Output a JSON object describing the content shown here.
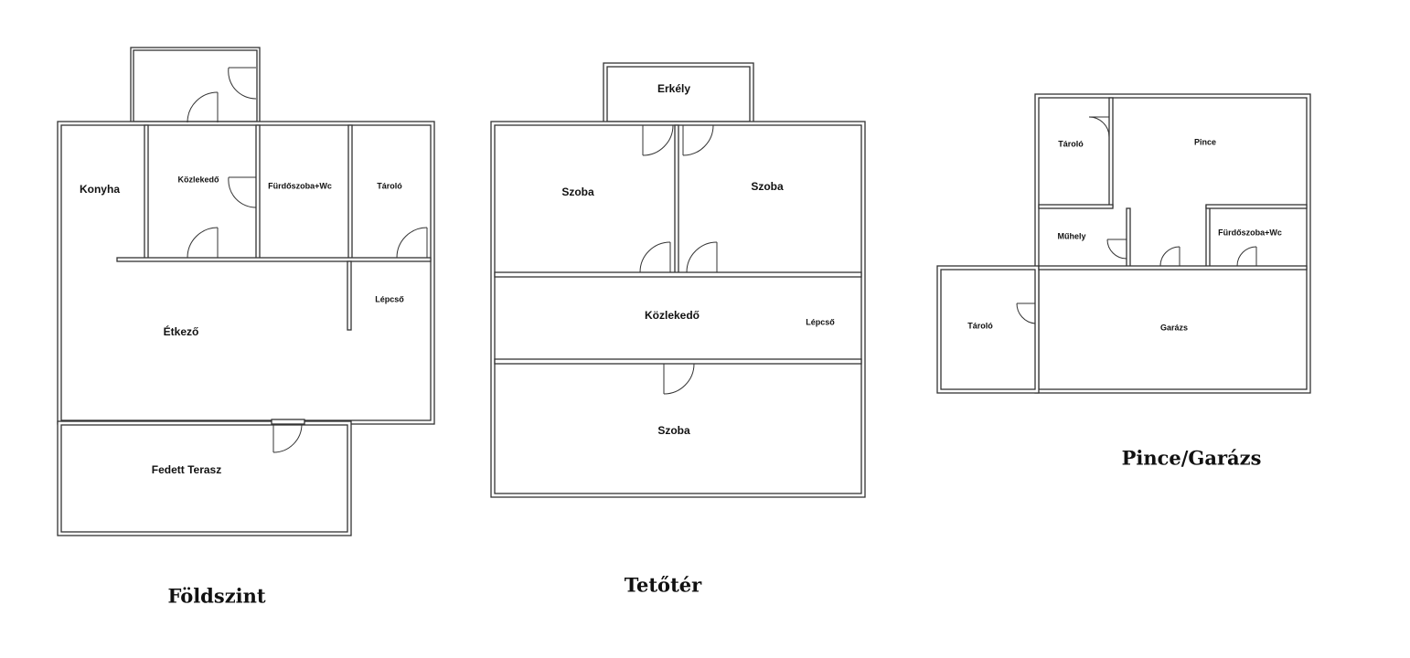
{
  "floors": {
    "ground": {
      "title": "Földszint",
      "rooms": {
        "konyha": "Konyha",
        "kozlekedo": "Közlekedő",
        "furdoszoba": "Fürdőszoba+Wc",
        "tarolo": "Tároló",
        "lepcso": "Lépcső",
        "etkezo": "Étkező",
        "terasz": "Fedett Terasz"
      }
    },
    "attic": {
      "title": "Tetőtér",
      "rooms": {
        "erkely": "Erkély",
        "szoba_left": "Szoba",
        "szoba_right": "Szoba",
        "kozlekedo": "Közlekedő",
        "lepcso": "Lépcső",
        "szoba_bottom": "Szoba"
      }
    },
    "basement": {
      "title": "Pince/Garázs",
      "rooms": {
        "tarolo_top": "Tároló",
        "pince": "Pince",
        "muhely": "Műhely",
        "furdoszoba": "Fürdőszoba+Wc",
        "tarolo_left": "Tároló",
        "garazs": "Garázs"
      }
    }
  }
}
